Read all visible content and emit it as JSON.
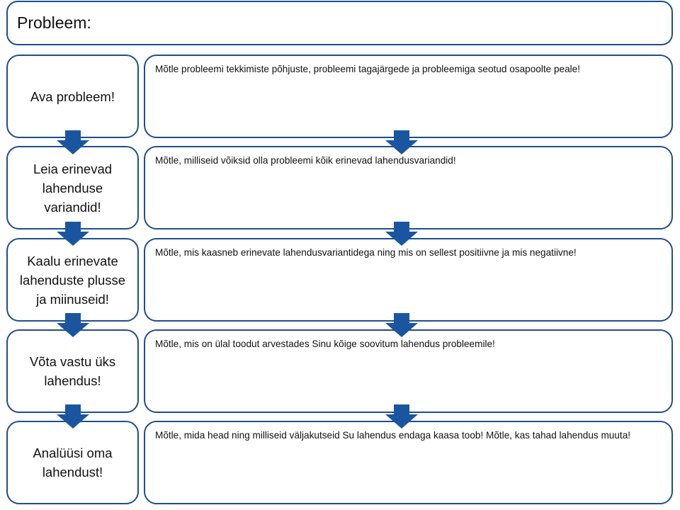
{
  "title": "Probleem:",
  "steps": [
    {
      "label": "Ava probleem!",
      "description": "Mõtle probleemi tekkimiste põhjuste, probleemi tagajärgede ja probleemiga seotud osapoolte peale!"
    },
    {
      "label": "Leia erinevad lahenduse variandid!",
      "description": "Mõtle, milliseid võiksid olla probleemi kõik erinevad lahendusvariandid!"
    },
    {
      "label": "Kaalu erinevate lahenduste plusse ja miinuseid!",
      "description": "Mõtle, mis kaasneb erinevate lahendusvariantidega ning mis on sellest positiivne ja mis negatiivne!"
    },
    {
      "label": "Võta vastu üks lahendus!",
      "description": "Mõtle, mis on ülal toodut arvestades Sinu kõige soovitum lahendus probleemile!"
    },
    {
      "label": "Analüüsi oma lahendust!",
      "description": "Mõtle, mida head ning milliseid väljakutseid Su lahendus endaga kaasa toob! Mõtle, kas tahad lahendus muuta!"
    }
  ],
  "colors": {
    "border": "#1f4e8c",
    "arrow": "#1a56a0"
  },
  "arrow_icon": "down-arrow-icon"
}
